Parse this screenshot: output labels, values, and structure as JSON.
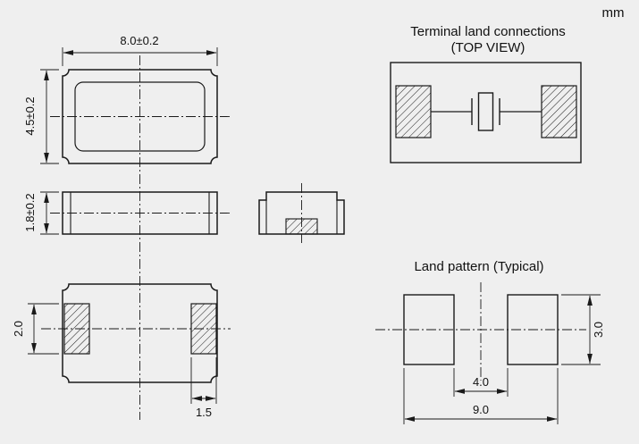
{
  "unit_label": "mm",
  "views": {
    "top_view": {
      "width_dim": "8.0±0.2",
      "height_dim": "4.5±0.2"
    },
    "side_view": {
      "thickness_dim": "1.8±0.2"
    },
    "bottom_view": {
      "pad_height_dim": "2.0",
      "pad_width_dim": "1.5"
    }
  },
  "terminal_land": {
    "title": "Terminal land connections",
    "subtitle": "(TOP VIEW)"
  },
  "land_pattern": {
    "title": "Land pattern (Typical)",
    "gap_dim": "4.0",
    "overall_width_dim": "9.0",
    "pad_height_dim": "3.0"
  },
  "colors": {
    "background": "#efefef",
    "line": "#1a1a1a"
  }
}
